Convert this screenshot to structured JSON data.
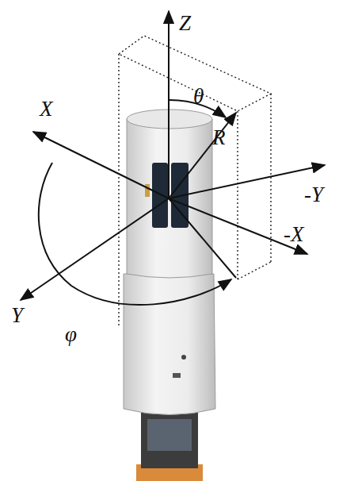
{
  "diagram": {
    "labels": [
      "Z",
      "θ",
      "R",
      "X",
      "-Y",
      "Y",
      "φ",
      "-X"
    ]
  }
}
